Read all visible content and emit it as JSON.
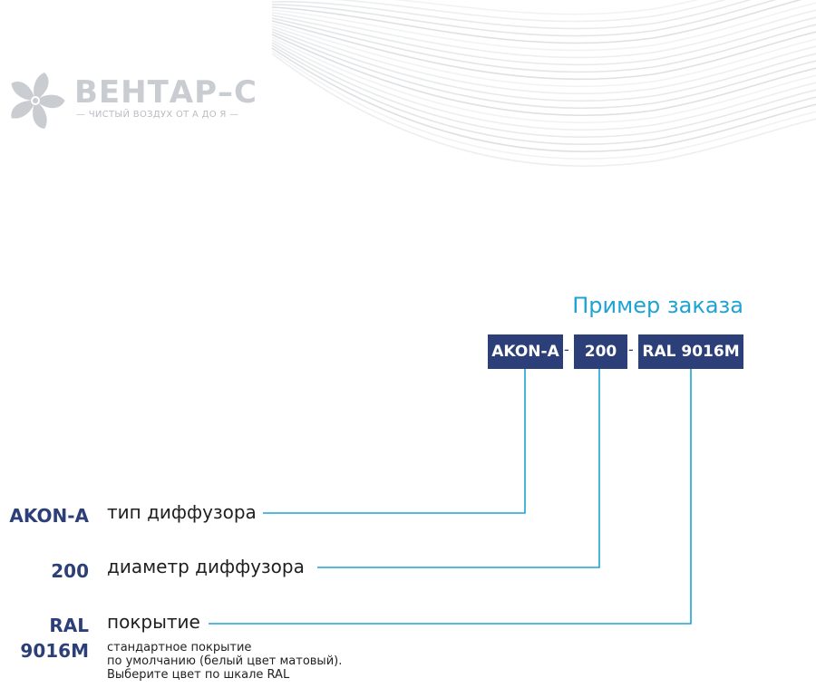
{
  "colors": {
    "navy": "#2d3f78",
    "accent": "#1ea3d4",
    "logo_gray": "#c9ccd0",
    "text": "#1f1f1f"
  },
  "logo": {
    "icon": "fan-icon",
    "name": "ВЕНТАР–С",
    "slogan": "— ЧИСТЫЙ ВОЗДУХ ОТ А ДО Я —"
  },
  "order_example": {
    "title": "Пример заказа",
    "code_parts": [
      "AKON-A",
      "200",
      "RAL 9016M"
    ],
    "separator": "-"
  },
  "legend": [
    {
      "code": "AKON-A",
      "description": "тип диффузора"
    },
    {
      "code": "200",
      "description": "диаметр диффузора"
    },
    {
      "code": "RAL\n9016M",
      "description": "покрытие",
      "note": "стандартное покрытие\nпо умолчанию (белый цвет матовый).\nВыберите цвет по шкале RAL"
    }
  ]
}
